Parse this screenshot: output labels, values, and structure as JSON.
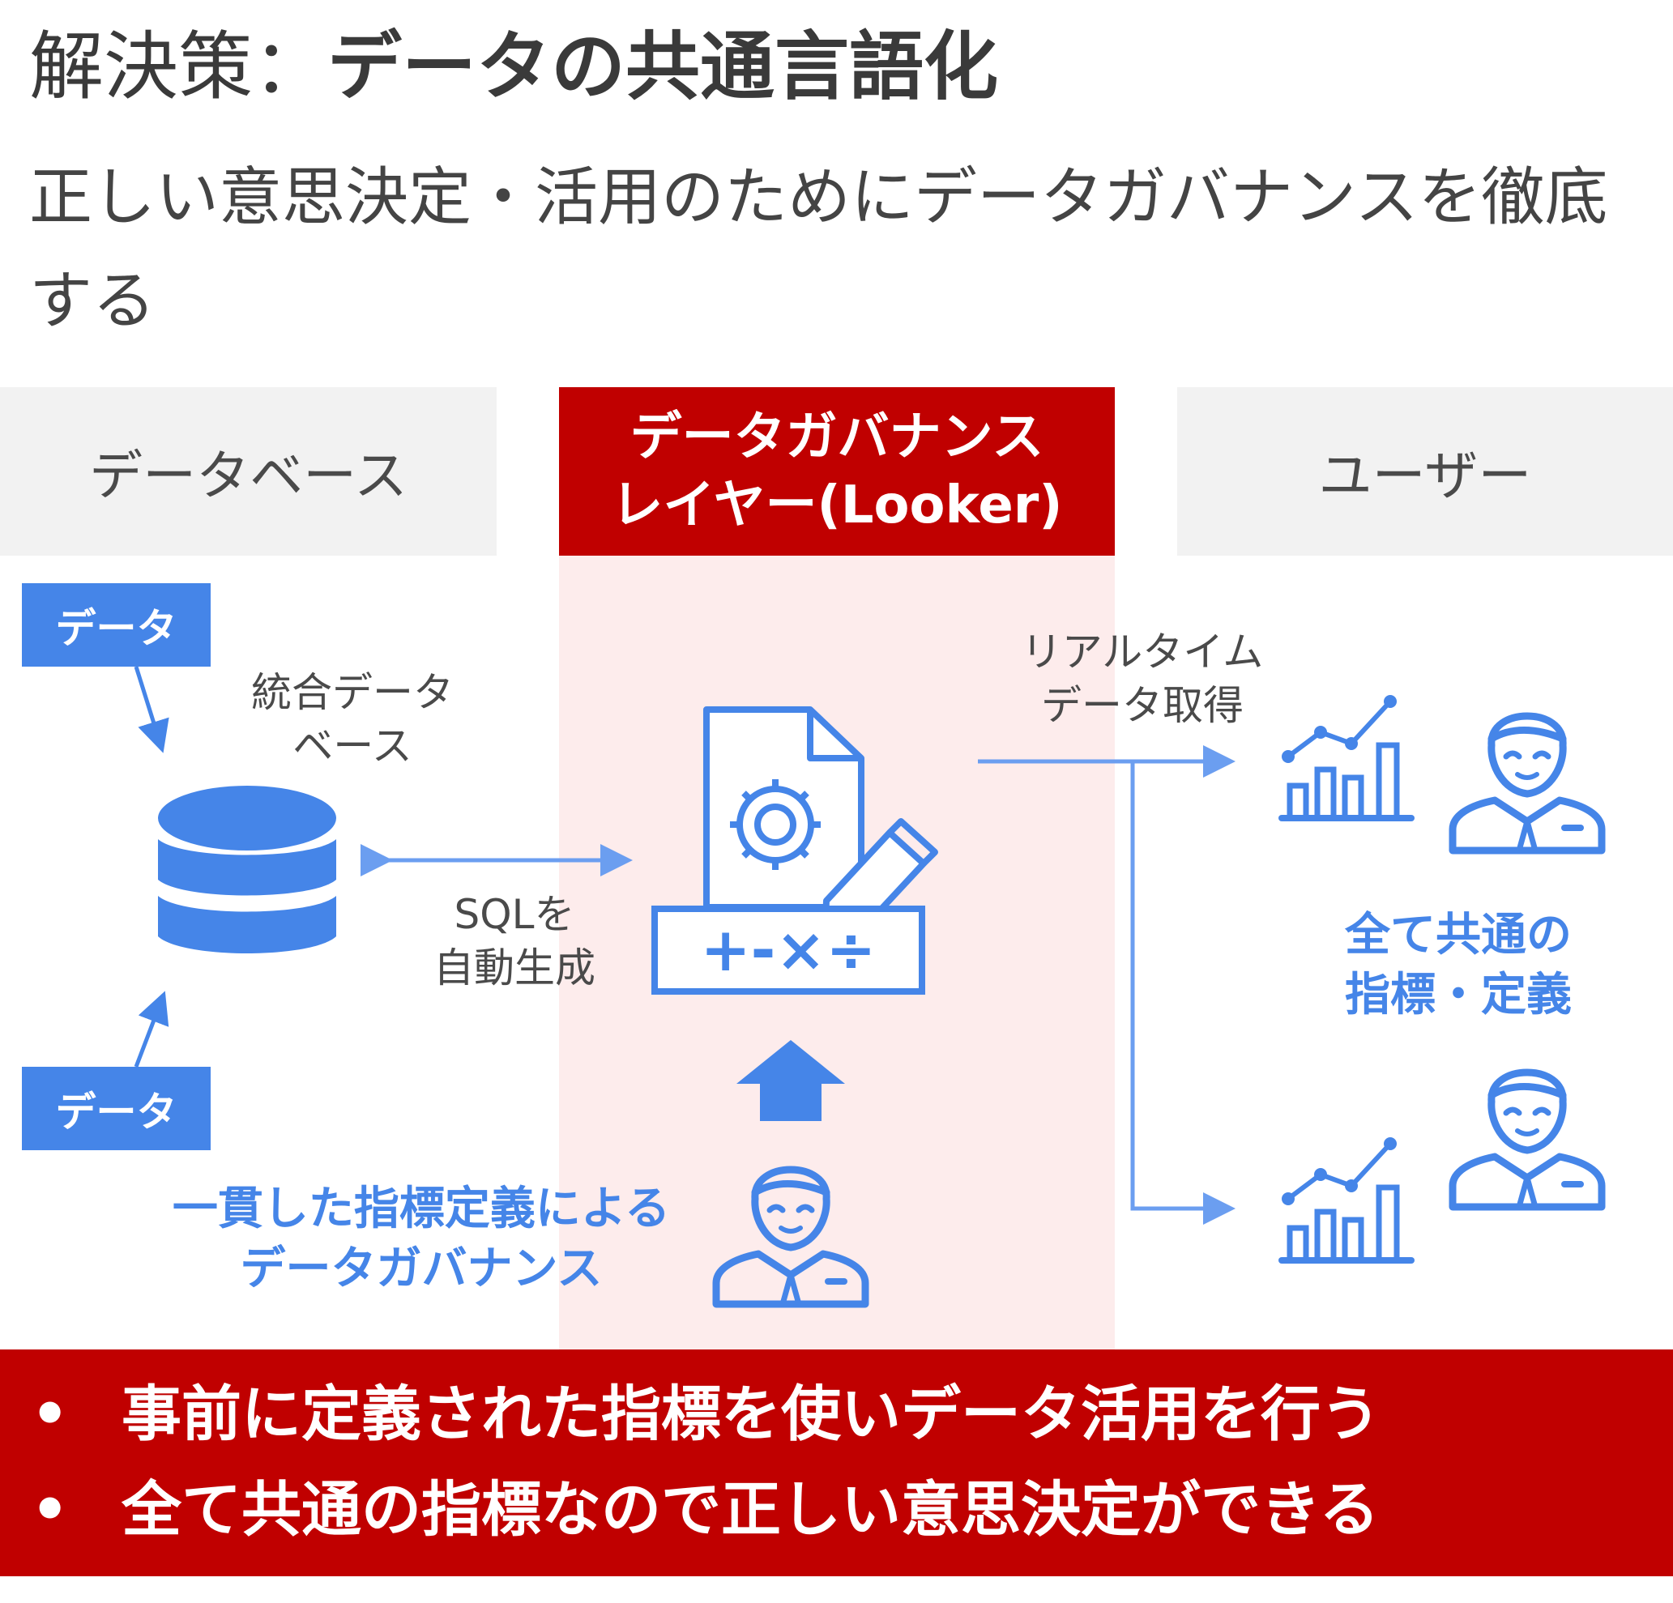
{
  "header": {
    "title_prefix": "解決策：",
    "title_main": "データの共通言語化",
    "subtitle": "正しい意思決定・活用のためにデータガバナンスを徹底する"
  },
  "columns": {
    "database": "データベース",
    "looker_line1": "データガバナンス",
    "looker_line2": "レイヤー(Looker)",
    "users": "ユーザー"
  },
  "left": {
    "data_tag_top": "データ",
    "data_tag_bottom": "データ",
    "db_label_line1": "統合データ",
    "db_label_line2": "ベース"
  },
  "middle": {
    "sql_line1": "SQLを",
    "sql_line2": "自動生成",
    "calc_symbols": "+-×÷",
    "governance_line1": "一貫した指標定義による",
    "governance_line2": "データガバナンス"
  },
  "right": {
    "realtime_line1": "リアルタイム",
    "realtime_line2": "データ取得",
    "common_line1": "全て共通の",
    "common_line2": "指標・定義"
  },
  "banner": {
    "bullet": "•",
    "point1": "事前に定義された指標を使いデータ活用を行う",
    "point2": "全て共通の指標なので正しい意思決定ができる"
  },
  "colors": {
    "accent_red": "#c00000",
    "accent_blue": "#4585e8",
    "band_pink": "#fdecec",
    "head_gray": "#f2f2f2",
    "arrow_blue": "#6b9ef0"
  },
  "icons": [
    "database-icon",
    "document-gear-icon",
    "pencil-icon",
    "calculator-icon",
    "up-arrow-icon",
    "person-icon",
    "bar-chart-icon"
  ]
}
